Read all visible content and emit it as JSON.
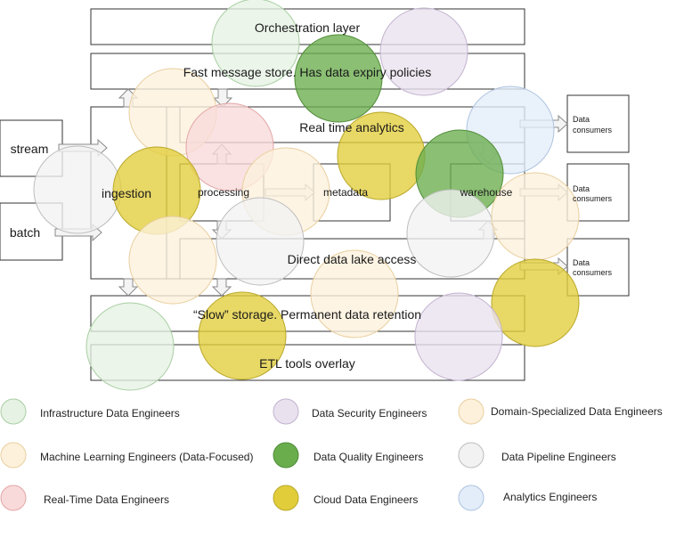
{
  "diagram": {
    "layers": {
      "orchestration": "Orchestration layer",
      "message_store": "Fast message store. Has data expiry policies",
      "realtime": "Real time analytics",
      "datalake": "Direct data lake access",
      "slow_storage": "“Slow” storage. Permanent data retention",
      "etl": "ETL tools overlay"
    },
    "sources": {
      "stream": "stream",
      "batch": "batch"
    },
    "stages": {
      "ingestion": "ingestion",
      "processing": "processing",
      "metadata": "metadata",
      "warehouse": "warehouse"
    },
    "consumers": [
      {
        "line1": "Data",
        "line2": "consumers"
      },
      {
        "line1": "Data",
        "line2": "consumers"
      },
      {
        "line1": "Data",
        "line2": "consumers"
      }
    ]
  },
  "legend": [
    {
      "id": "infra",
      "label": "Infrastructure Data Engineers",
      "fill": "#e6f2e3",
      "stroke": "#a9cfa3"
    },
    {
      "id": "security",
      "label": "Data Security Engineers",
      "fill": "#e9e1ee",
      "stroke": "#c2b3cf"
    },
    {
      "id": "domain",
      "label": "Domain-Specialized Data Engineers",
      "fill": "#fdf1dc",
      "stroke": "#e9cf9f"
    },
    {
      "id": "ml",
      "label": "Machine Learning Engineers (Data-Focused)",
      "fill": "#fdf1dc",
      "stroke": "#e9cf9f"
    },
    {
      "id": "quality",
      "label": "Data Quality Engineers",
      "fill": "#6aad4d",
      "stroke": "#4f8d37"
    },
    {
      "id": "pipeline",
      "label": "Data Pipeline Engineers",
      "fill": "#f2f2f2",
      "stroke": "#bdbdbd"
    },
    {
      "id": "realtime",
      "label": "Real-Time Data Engineers",
      "fill": "#f9dada",
      "stroke": "#e3a6a6"
    },
    {
      "id": "cloud",
      "label": "Cloud Data Engineers",
      "fill": "#e1cd3a",
      "stroke": "#b9a82a"
    },
    {
      "id": "analytics",
      "label": "Analytics Engineers",
      "fill": "#e3edf9",
      "stroke": "#adc3e0"
    }
  ]
}
